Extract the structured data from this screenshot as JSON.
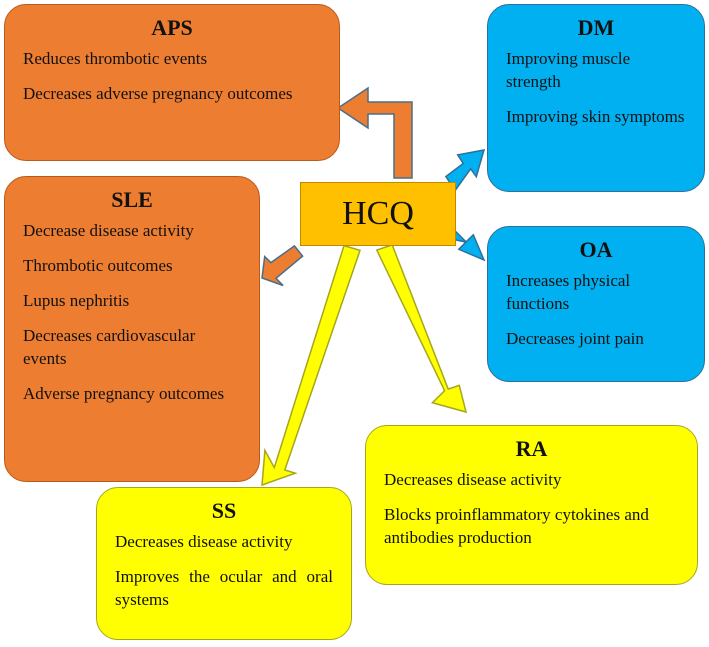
{
  "center": {
    "label": "HCQ"
  },
  "nodes": {
    "aps": {
      "title": "APS",
      "items": [
        "Reduces thrombotic events",
        "Decreases adverse pregnancy outcomes"
      ],
      "color": "#ed7d31"
    },
    "sle": {
      "title": "SLE",
      "items": [
        "Decrease disease activity",
        "Thrombotic outcomes",
        "Lupus nephritis",
        "Decreases cardiovascular events",
        "Adverse pregnancy outcomes"
      ],
      "color": "#ed7d31"
    },
    "dm": {
      "title": "DM",
      "items": [
        "Improving muscle strength",
        "Improving skin symptoms"
      ],
      "color": "#00b0f0"
    },
    "oa": {
      "title": "OA",
      "items": [
        "Increases physical functions",
        "Decreases joint pain"
      ],
      "color": "#00b0f0"
    },
    "ra": {
      "title": "RA",
      "items": [
        "Decreases disease activity",
        "Blocks proinflammatory cytokines and antibodies production"
      ],
      "color": "#ffff00"
    },
    "ss": {
      "title": "SS",
      "items": [
        "Decreases disease activity",
        "Improves the ocular and oral systems"
      ],
      "color": "#ffff00"
    }
  },
  "center_color": "#ffc000"
}
